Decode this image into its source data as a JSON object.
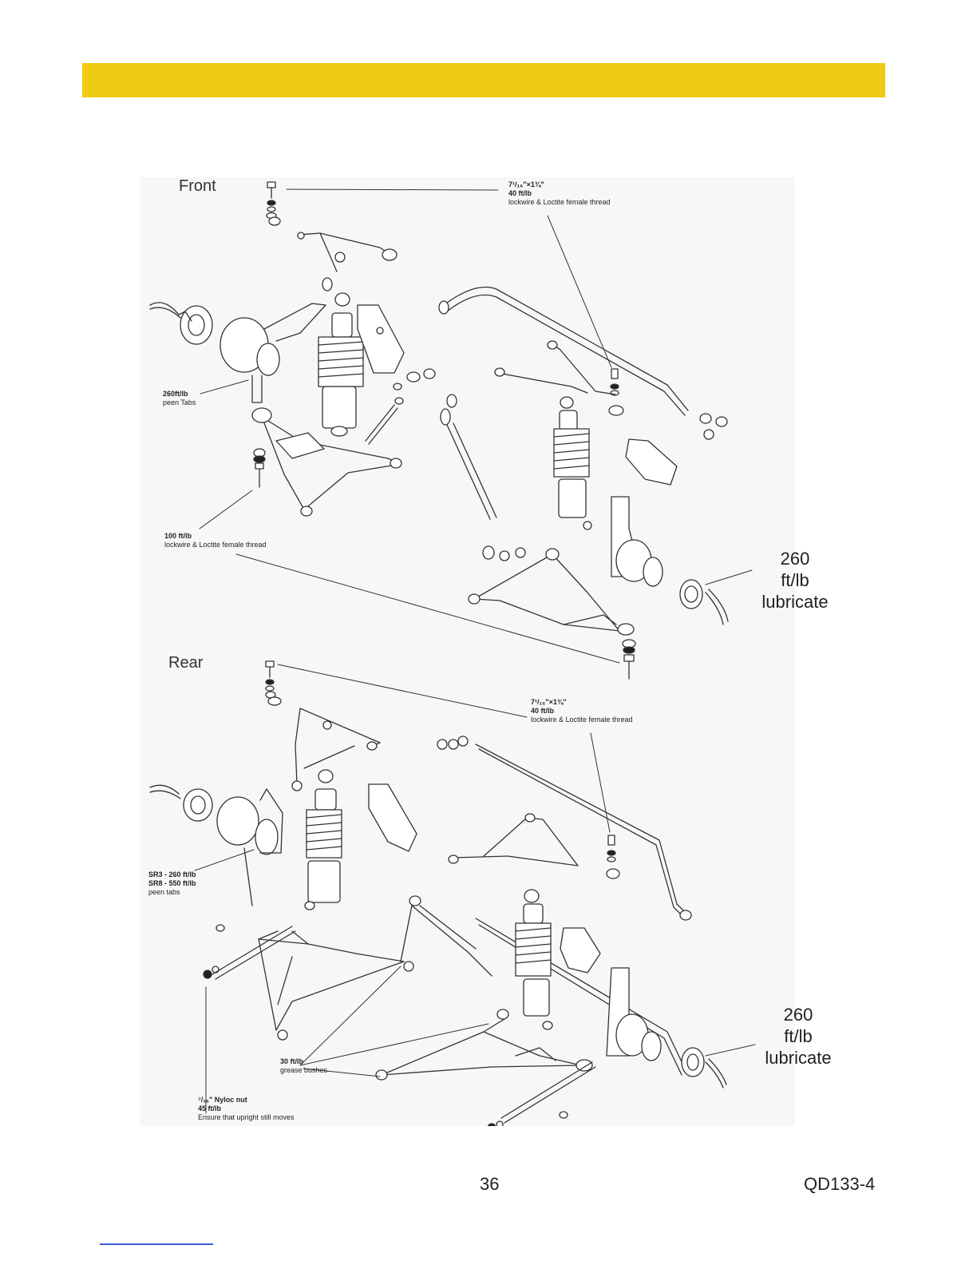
{
  "header": {
    "bar_color": "#f0cb14"
  },
  "diagram": {
    "front": {
      "label": "Front",
      "callouts": {
        "top_bolt": {
          "size": "7¹/₁₆\"×1¾\"",
          "torque": "40 ft/lb",
          "note": "lockwire & Loctite female thread"
        },
        "hub": {
          "torque": "260ft/lb",
          "note": "peen Tabs"
        },
        "lower": {
          "torque": "100 ft/lb",
          "note": "lockwire & Loctite female thread"
        },
        "nut": {
          "l1": "260",
          "l2": "ft/lb",
          "l3": "lubricate"
        }
      }
    },
    "rear": {
      "label": "Rear",
      "callouts": {
        "top_bolt": {
          "size": "7¹/₁₆\"×1¾\"",
          "torque": "40 ft/lb",
          "note": "lockwire & Loctite female thread"
        },
        "hub": {
          "l1": "SR3 - 260 ft/lb",
          "l2": "SR8 - 550 ft/lb",
          "note": "peen tabs"
        },
        "bushes": {
          "torque": "30 ft/lb",
          "note": "grease bushes"
        },
        "nyloc": {
          "size": "⁷/₁₆\" Nyloc nut",
          "torque": "45 ft/lb",
          "note": "Ensure that upright still moves"
        },
        "nut": {
          "l1": "260",
          "l2": "ft/lb",
          "l3": "lubricate"
        }
      }
    }
  },
  "footer": {
    "page_number": "36",
    "doc_code": "QD133-4",
    "link_color": "#3b5bd6"
  }
}
